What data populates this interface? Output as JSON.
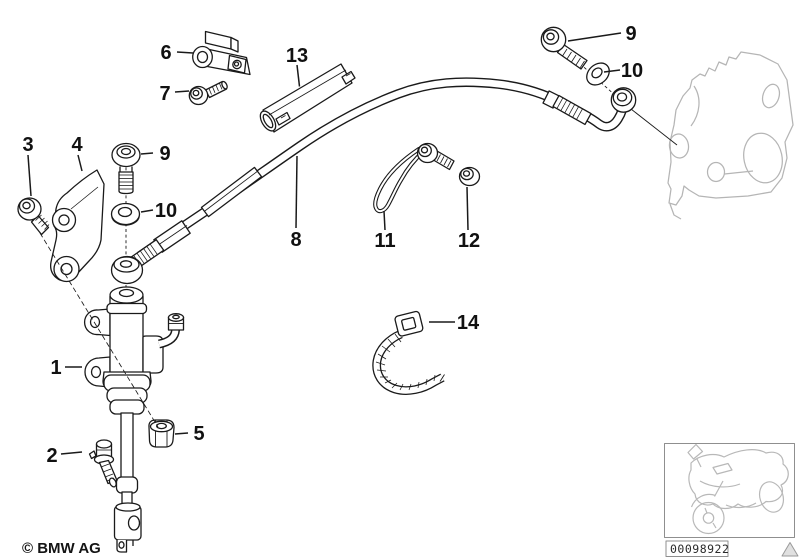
{
  "figure": {
    "copyright": "© BMW AG",
    "image_number": "00098922",
    "callouts": {
      "c1": "1",
      "c2": "2",
      "c3": "3",
      "c4": "4",
      "c5": "5",
      "c6": "6",
      "c7": "7",
      "c8": "8",
      "c9_left": "9",
      "c9_right": "9",
      "c10_left": "10",
      "c10_right": "10",
      "c11": "11",
      "c12": "12",
      "c13": "13",
      "c14": "14"
    },
    "colors": {
      "line": "#1a1a1a",
      "reference_gray": "#b5b5b5",
      "frame_gray": "#8f8f8f"
    }
  }
}
